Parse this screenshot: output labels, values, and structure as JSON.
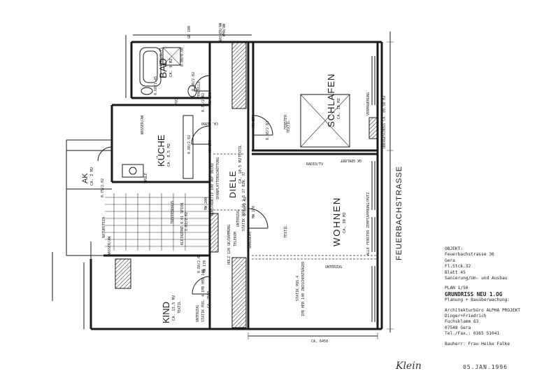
{
  "rooms": {
    "bad": {
      "name": "BAD",
      "area": "CA. 9 M2"
    },
    "kueche": {
      "name": "KÜCHE",
      "area": "CA. 8.5 M2"
    },
    "ak": {
      "name": "AK",
      "area": "CA. 2 M2"
    },
    "diele": {
      "name": "DIELE",
      "area": "CA. 10.5 M2"
    },
    "schlafen": {
      "name": "SCHLAFEN",
      "area": "CA. 18 M2"
    },
    "wohnen": {
      "name": "WOHNEN",
      "area": "CA. 30 M2"
    },
    "kind": {
      "name": "KIND",
      "area": "CA. 13.5 M2"
    }
  },
  "notes": {
    "street": "FEUERBACHSTRASSE",
    "fenster_schlafen": "FENSTER",
    "vermauerung": "VERMAUERUNG",
    "uebergeschoss": "ÜBERGESCHOSS CA. 89.50 M2",
    "alle_fenster": "ALLE FENSTER ZEMPTAPPRUNG/PUTZ",
    "radio_tv": "RADIO/TV",
    "gk_geklebt": "GK GEKLEBT",
    "unterzug": "UNTERZUG",
    "unterzug_kind": "UNTERZUG",
    "statik_wohnen": "STATIK POS.4",
    "ipb_wohnen": "IPB HEB 140 ZWISCHENTRÄGER",
    "konstruktion": "KONSTRUKTIV 100 AUF DECKE",
    "spanplatte": "SPANPLATTENSCHÜTTUNG",
    "statik_diele": "STATIK POS.10 2.5 27 BZW. 37",
    "holz": "HOLZ 120 GK/DÄMMUNG",
    "telekom": "TELEKOM",
    "ganzglas": "GANZGLAS",
    "fenzelle": "FENZELLE",
    "wasser_aw_top": "WASSER/AW",
    "wasser_aw_kueche": "WASSER/AW",
    "wasser_aw_flur": "WASSER/AW",
    "natursteen": "NATURSTEIN",
    "treppenhaus": "TREPPENHAUS",
    "kleinzone": "KLEINZONE 0.01 SPION",
    "spule": "SPÜLE",
    "textil_kind": "TEXTIL",
    "textil_schlafen": "TEXTIL",
    "textil_wohnen": "TEXTIL",
    "textil_diele": "TEXTIL",
    "statik_kind": "STATIK POS. 4 IPB HEB 140",
    "ca_2500": "CA. 2500",
    "ca_6450": "CA. 6450",
    "ca_1800": "CA. 1800"
  },
  "dims": {
    "bad_door": "0.60/1.45",
    "bad_w": "0.80/2.02",
    "bad_top": "1.70/0.75",
    "ca_top": "0.80/0.80",
    "kueche_d": "0.88/2.02",
    "kueche_w": "0.75/2.02",
    "ak_d": "0.75/2.02",
    "mw170_a": "MW 170",
    "mw170_b": "MW 170",
    "mw270_a": "MW 270",
    "mw270_b": "MW 270",
    "mw200": "MW 200",
    "entrance": "1.02/2.02",
    "schlafen_d": "0.88/2.02",
    "wohnen_d": "0.88/2.02",
    "kind_d": "0.88/2.02",
    "kind_d2": "MW 170",
    "gb100": "GB 100",
    "wma": "WMA/AW",
    "pvc": "PVC"
  },
  "titleblock": {
    "objekt_label": "OBJEKT:",
    "objekt_line1": "Feuerbachstrasse 36",
    "objekt_line2": "Gera",
    "flur": "Fl.Stck.32",
    "blatt": "Blatt 45",
    "sanierung": "Sanierung/Um- und Ausbau",
    "plan": "PLAN 1/50",
    "grundriss": "GRUNDRISS NEU 1.OG",
    "planung": "Planung + Bauüberwachung:",
    "buero": "Architekturbüro ALPHA PROJEKT",
    "names": "Dinger+Friedrich",
    "street": "Fuchsklamm 63",
    "city": "07548 Gera",
    "tel": "Tel./Fax.: 0365 51041",
    "bauherr": "Bauherr: Frau Heike Falke"
  },
  "signature": "Klein",
  "stamp": "05.JAN.1996"
}
